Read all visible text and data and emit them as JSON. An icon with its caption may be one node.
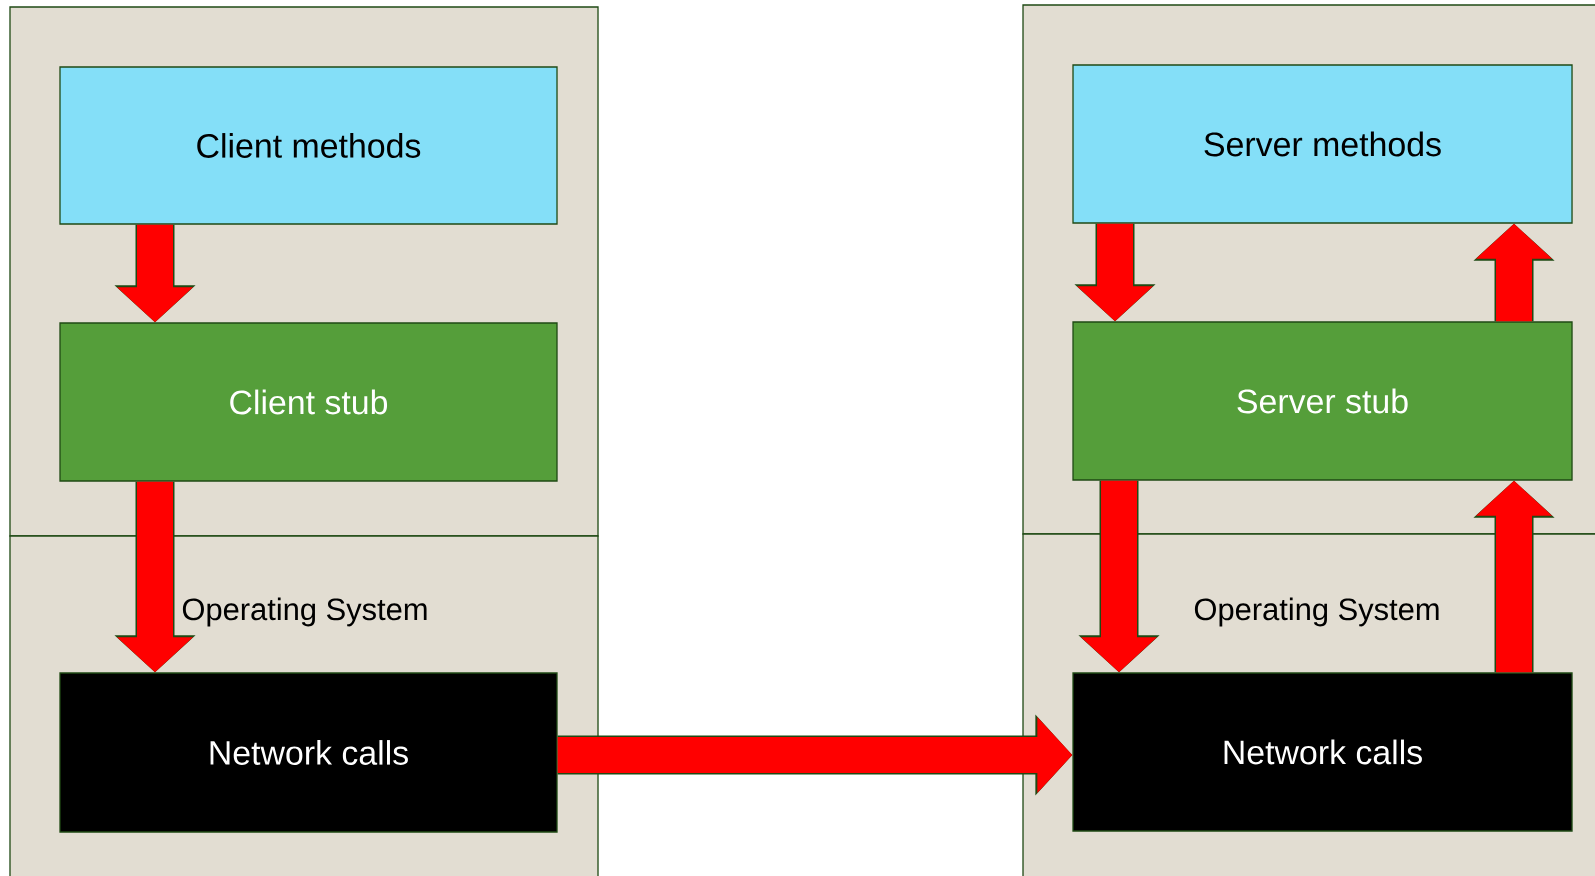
{
  "diagram": {
    "nodes": [
      {
        "text": [],
        "shape": "box"
      },
      {
        "text": [
          "Client methods"
        ],
        "in": 0
      },
      {
        "text": [
          "Client stub"
        ],
        "in": 0
      },
      {
        "text": [
          "Operating System"
        ]
      },
      {
        "text": [
          "Network calls"
        ],
        "in": 3
      },
      {
        "text": [],
        "shape": "box"
      },
      {
        "text": [
          "Server methods"
        ],
        "in": 5
      },
      {
        "text": [
          "Server stub"
        ],
        "in": 5
      },
      {
        "text": [
          "Operating System"
        ]
      },
      {
        "text": [
          "Network calls"
        ],
        "in": 8
      }
    ],
    "edges": [
      {
        "from": 1,
        "to": 2,
        "arrow": "to"
      },
      {
        "from": 2,
        "to": 4,
        "arrow": "to"
      },
      {
        "from": 4,
        "to": 9,
        "arrow": "to"
      },
      {
        "from": 6,
        "to": 7,
        "arrow": "to"
      },
      {
        "from": 7,
        "to": 6,
        "arrow": "to"
      },
      {
        "from": 7,
        "to": 9,
        "arrow": "to"
      },
      {
        "from": 9,
        "to": 7,
        "arrow": "to"
      }
    ]
  }
}
